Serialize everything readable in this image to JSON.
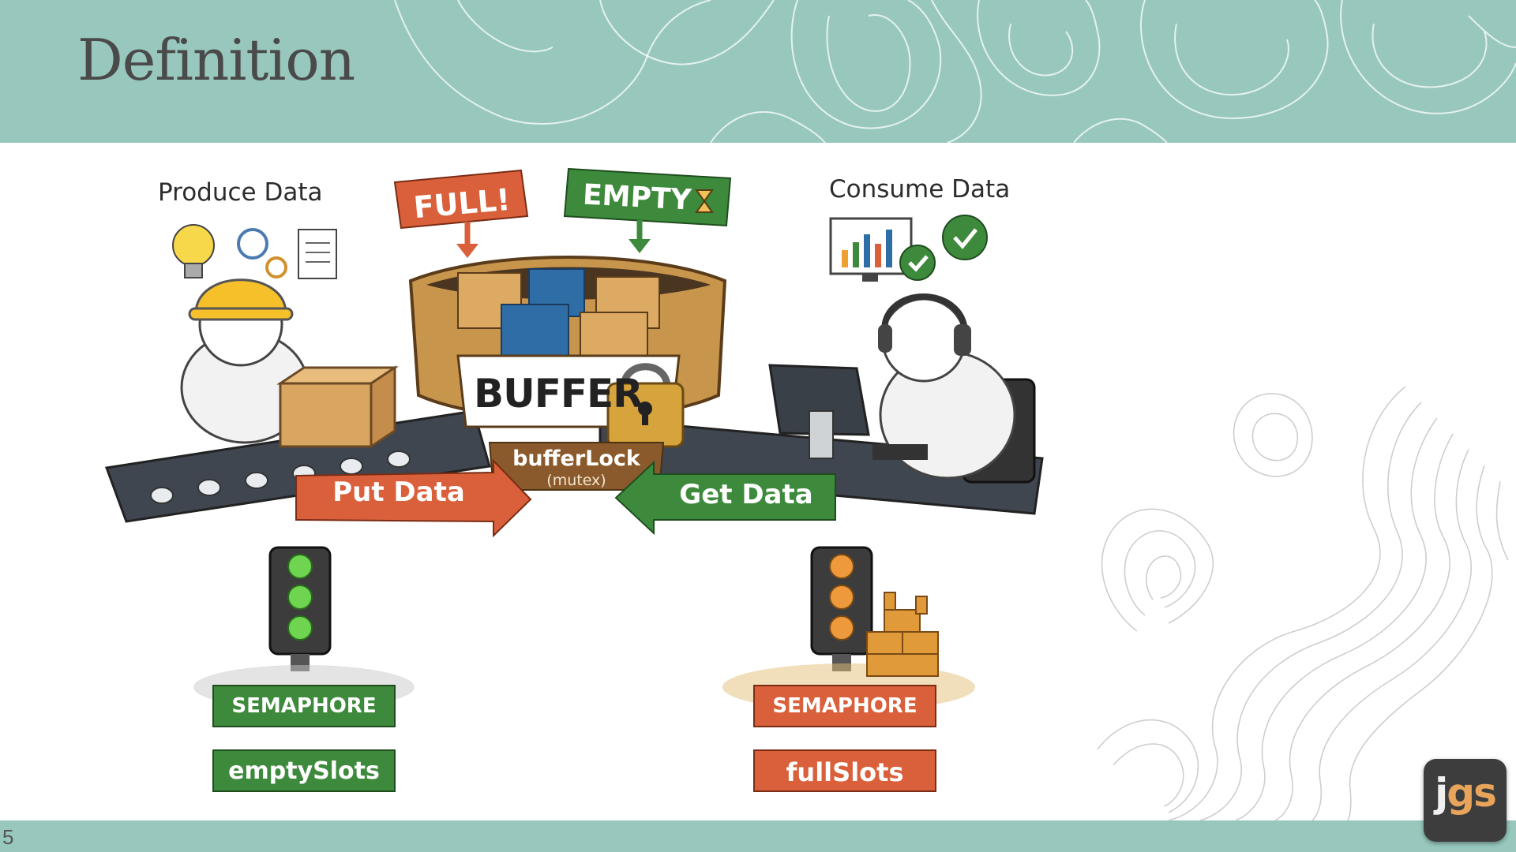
{
  "slide": {
    "title": "Definition",
    "page_number": "5"
  },
  "illustration": {
    "producer_label": "Produce Data",
    "consumer_label": "Consume Data",
    "full_tag": "FULL!",
    "empty_tag": "EMPTY",
    "buffer_label": "BUFFER",
    "lock_name": "bufferLock",
    "lock_type": "(mutex)",
    "put_arrow": "Put Data",
    "get_arrow": "Get Data",
    "left_semaphore": {
      "type": "SEMAPHORE",
      "name": "emptySlots"
    },
    "right_semaphore": {
      "type": "SEMAPHORE",
      "name": "fullSlots"
    }
  },
  "logo": {
    "text_j": "j",
    "text_gs": "gs"
  },
  "colors": {
    "band": "#98c8bd",
    "orange": "#d9603a",
    "green": "#3e8a3c",
    "lamp_green": "#6fd44f",
    "lamp_orange": "#ee9a3c"
  }
}
